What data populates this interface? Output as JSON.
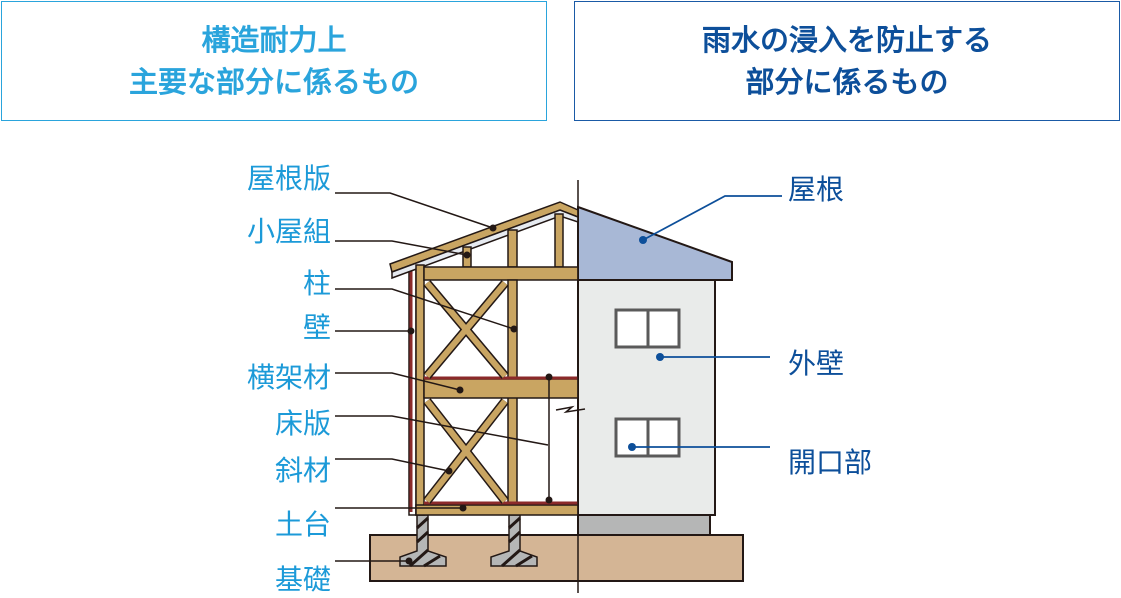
{
  "headers": {
    "structural": {
      "line1": "構造耐力上",
      "line2": "主要な部分に係るもの"
    },
    "rainwater": {
      "line1": "雨水の浸入を防止する",
      "line2": "部分に係るもの"
    }
  },
  "structural_labels": [
    "屋根版",
    "小屋組",
    "柱",
    "壁",
    "横架材",
    "床版",
    "斜材",
    "土台",
    "基礎"
  ],
  "rainwater_labels": [
    "屋根",
    "外壁",
    "開口部"
  ],
  "colors": {
    "structural_accent": "#2aa4dc",
    "rainwater_accent": "#0d4f9a",
    "timber": "#c9a562",
    "roof": "#a8b8d6",
    "wall": "#e9ebea",
    "ground": "#d4b595"
  }
}
